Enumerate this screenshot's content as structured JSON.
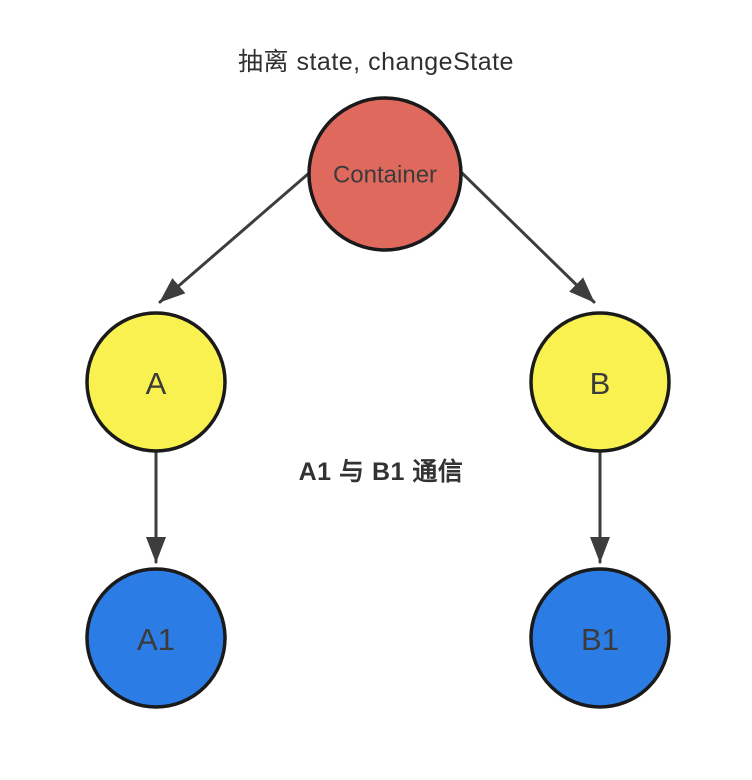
{
  "title": "抽离 state, changeState",
  "annotation": "A1 与 B1 通信",
  "nodes": {
    "container": {
      "label": "Container",
      "color": "#E0695E"
    },
    "a": {
      "label": "A",
      "color": "#F9F150"
    },
    "b": {
      "label": "B",
      "color": "#F9F150"
    },
    "a1": {
      "label": "A1",
      "color": "#2B7CE5"
    },
    "b1": {
      "label": "B1",
      "color": "#2B7CE5"
    }
  },
  "edges": [
    {
      "from": "Container",
      "to": "A"
    },
    {
      "from": "Container",
      "to": "B"
    },
    {
      "from": "A",
      "to": "A1"
    },
    {
      "from": "B",
      "to": "B1"
    }
  ],
  "style": {
    "background": "#FFFFFF",
    "circle_stroke": "#1A1A1A",
    "arrow_color": "#3D3D3D",
    "title_color": "#303030",
    "node_label_color": "#3B3B3B"
  }
}
